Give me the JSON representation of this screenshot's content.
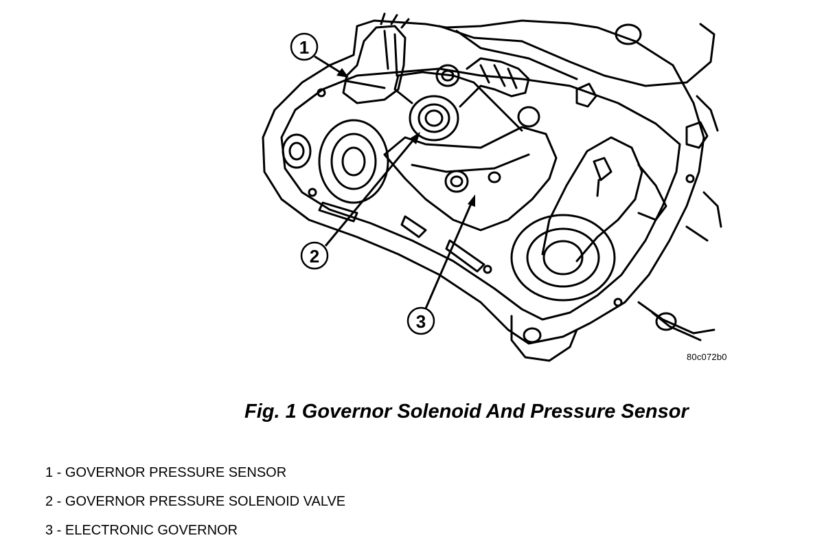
{
  "figure": {
    "ref_code": "80c072b0",
    "caption": "Fig. 1 Governor Solenoid And Pressure Sensor"
  },
  "callouts": [
    {
      "number": "1"
    },
    {
      "number": "2"
    },
    {
      "number": "3"
    }
  ],
  "legend": [
    {
      "text": "1 - GOVERNOR PRESSURE SENSOR"
    },
    {
      "text": "2 - GOVERNOR PRESSURE SOLENOID VALVE"
    },
    {
      "text": "3 - ELECTRONIC GOVERNOR"
    }
  ]
}
